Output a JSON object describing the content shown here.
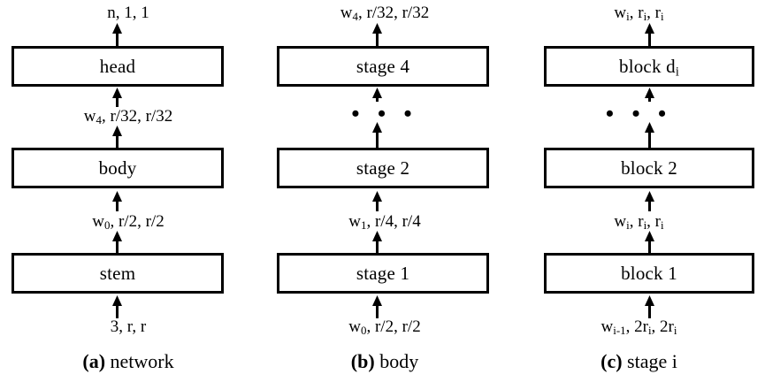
{
  "figure": {
    "columns": [
      {
        "id": "network",
        "caption_tag": "(a)",
        "caption_text": "network",
        "top_label": "n, 1, 1",
        "boxes": [
          "head",
          "body",
          "stem"
        ],
        "gap_label_upper": "w4, r/32, r/32",
        "gap_label_lower": "w0, r/2, r/2",
        "bottom_label": "3, r, r",
        "has_ellipsis": false
      },
      {
        "id": "body",
        "caption_tag": "(b)",
        "caption_text": "body",
        "top_label": "w4, r/32, r/32",
        "boxes": [
          "stage 4",
          "stage 2",
          "stage 1"
        ],
        "gap_label_upper": "",
        "gap_label_lower": "w1, r/4, r/4",
        "bottom_label": "w0, r/2, r/2",
        "has_ellipsis": true,
        "ellipsis": "• • •"
      },
      {
        "id": "stage-i",
        "caption_tag": "(c)",
        "caption_text": "stage i",
        "top_label": "wi, ri, ri",
        "boxes": [
          "block di",
          "block 2",
          "block 1"
        ],
        "gap_label_upper": "",
        "gap_label_lower": "wi, ri, ri",
        "bottom_label": "wi-1, 2ri, 2ri",
        "has_ellipsis": true,
        "ellipsis": "• • •"
      }
    ],
    "colors": {
      "stroke": "#000000",
      "background": "#ffffff",
      "text": "#000000"
    }
  }
}
